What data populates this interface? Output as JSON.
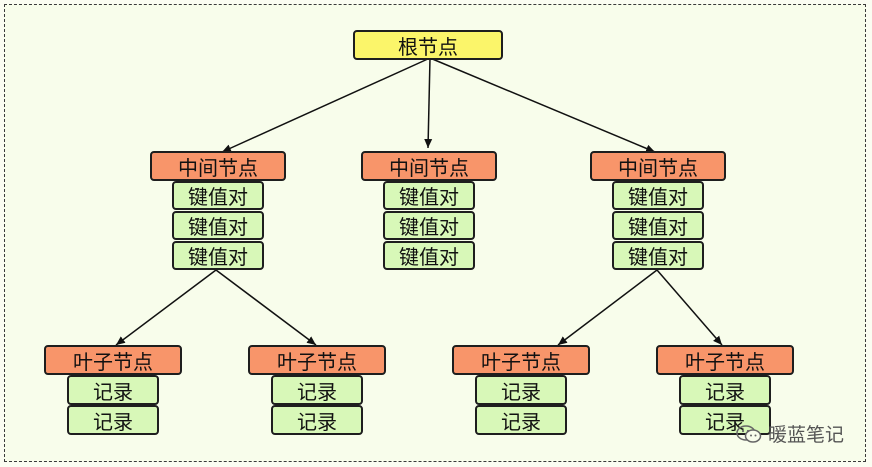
{
  "root": {
    "label": "根节点"
  },
  "intermediates": [
    {
      "label": "中间节点",
      "entries": [
        "键值对",
        "键值对",
        "键值对"
      ]
    },
    {
      "label": "中间节点",
      "entries": [
        "键值对",
        "键值对",
        "键值对"
      ]
    },
    {
      "label": "中间节点",
      "entries": [
        "键值对",
        "键值对",
        "键值对"
      ]
    }
  ],
  "leaves": [
    {
      "label": "叶子节点",
      "records": [
        "记录",
        "记录"
      ]
    },
    {
      "label": "叶子节点",
      "records": [
        "记录",
        "记录"
      ]
    },
    {
      "label": "叶子节点",
      "records": [
        "记录",
        "记录"
      ]
    },
    {
      "label": "叶子节点",
      "records": [
        "记录",
        "记录"
      ]
    }
  ],
  "edges": [
    {
      "from": "root",
      "to": "intermediates.0"
    },
    {
      "from": "root",
      "to": "intermediates.1"
    },
    {
      "from": "root",
      "to": "intermediates.2"
    },
    {
      "from": "intermediates.0",
      "to": "leaves.0"
    },
    {
      "from": "intermediates.0",
      "to": "leaves.1"
    },
    {
      "from": "intermediates.2",
      "to": "leaves.2"
    },
    {
      "from": "intermediates.2",
      "to": "leaves.3"
    }
  ],
  "watermark": {
    "text": "暖蓝笔记",
    "icon": "wechat-icon"
  },
  "colors": {
    "root": "#fbf56a",
    "node": "#f8956a",
    "entry": "#d8f8b8",
    "background": "#f8fdeb"
  }
}
